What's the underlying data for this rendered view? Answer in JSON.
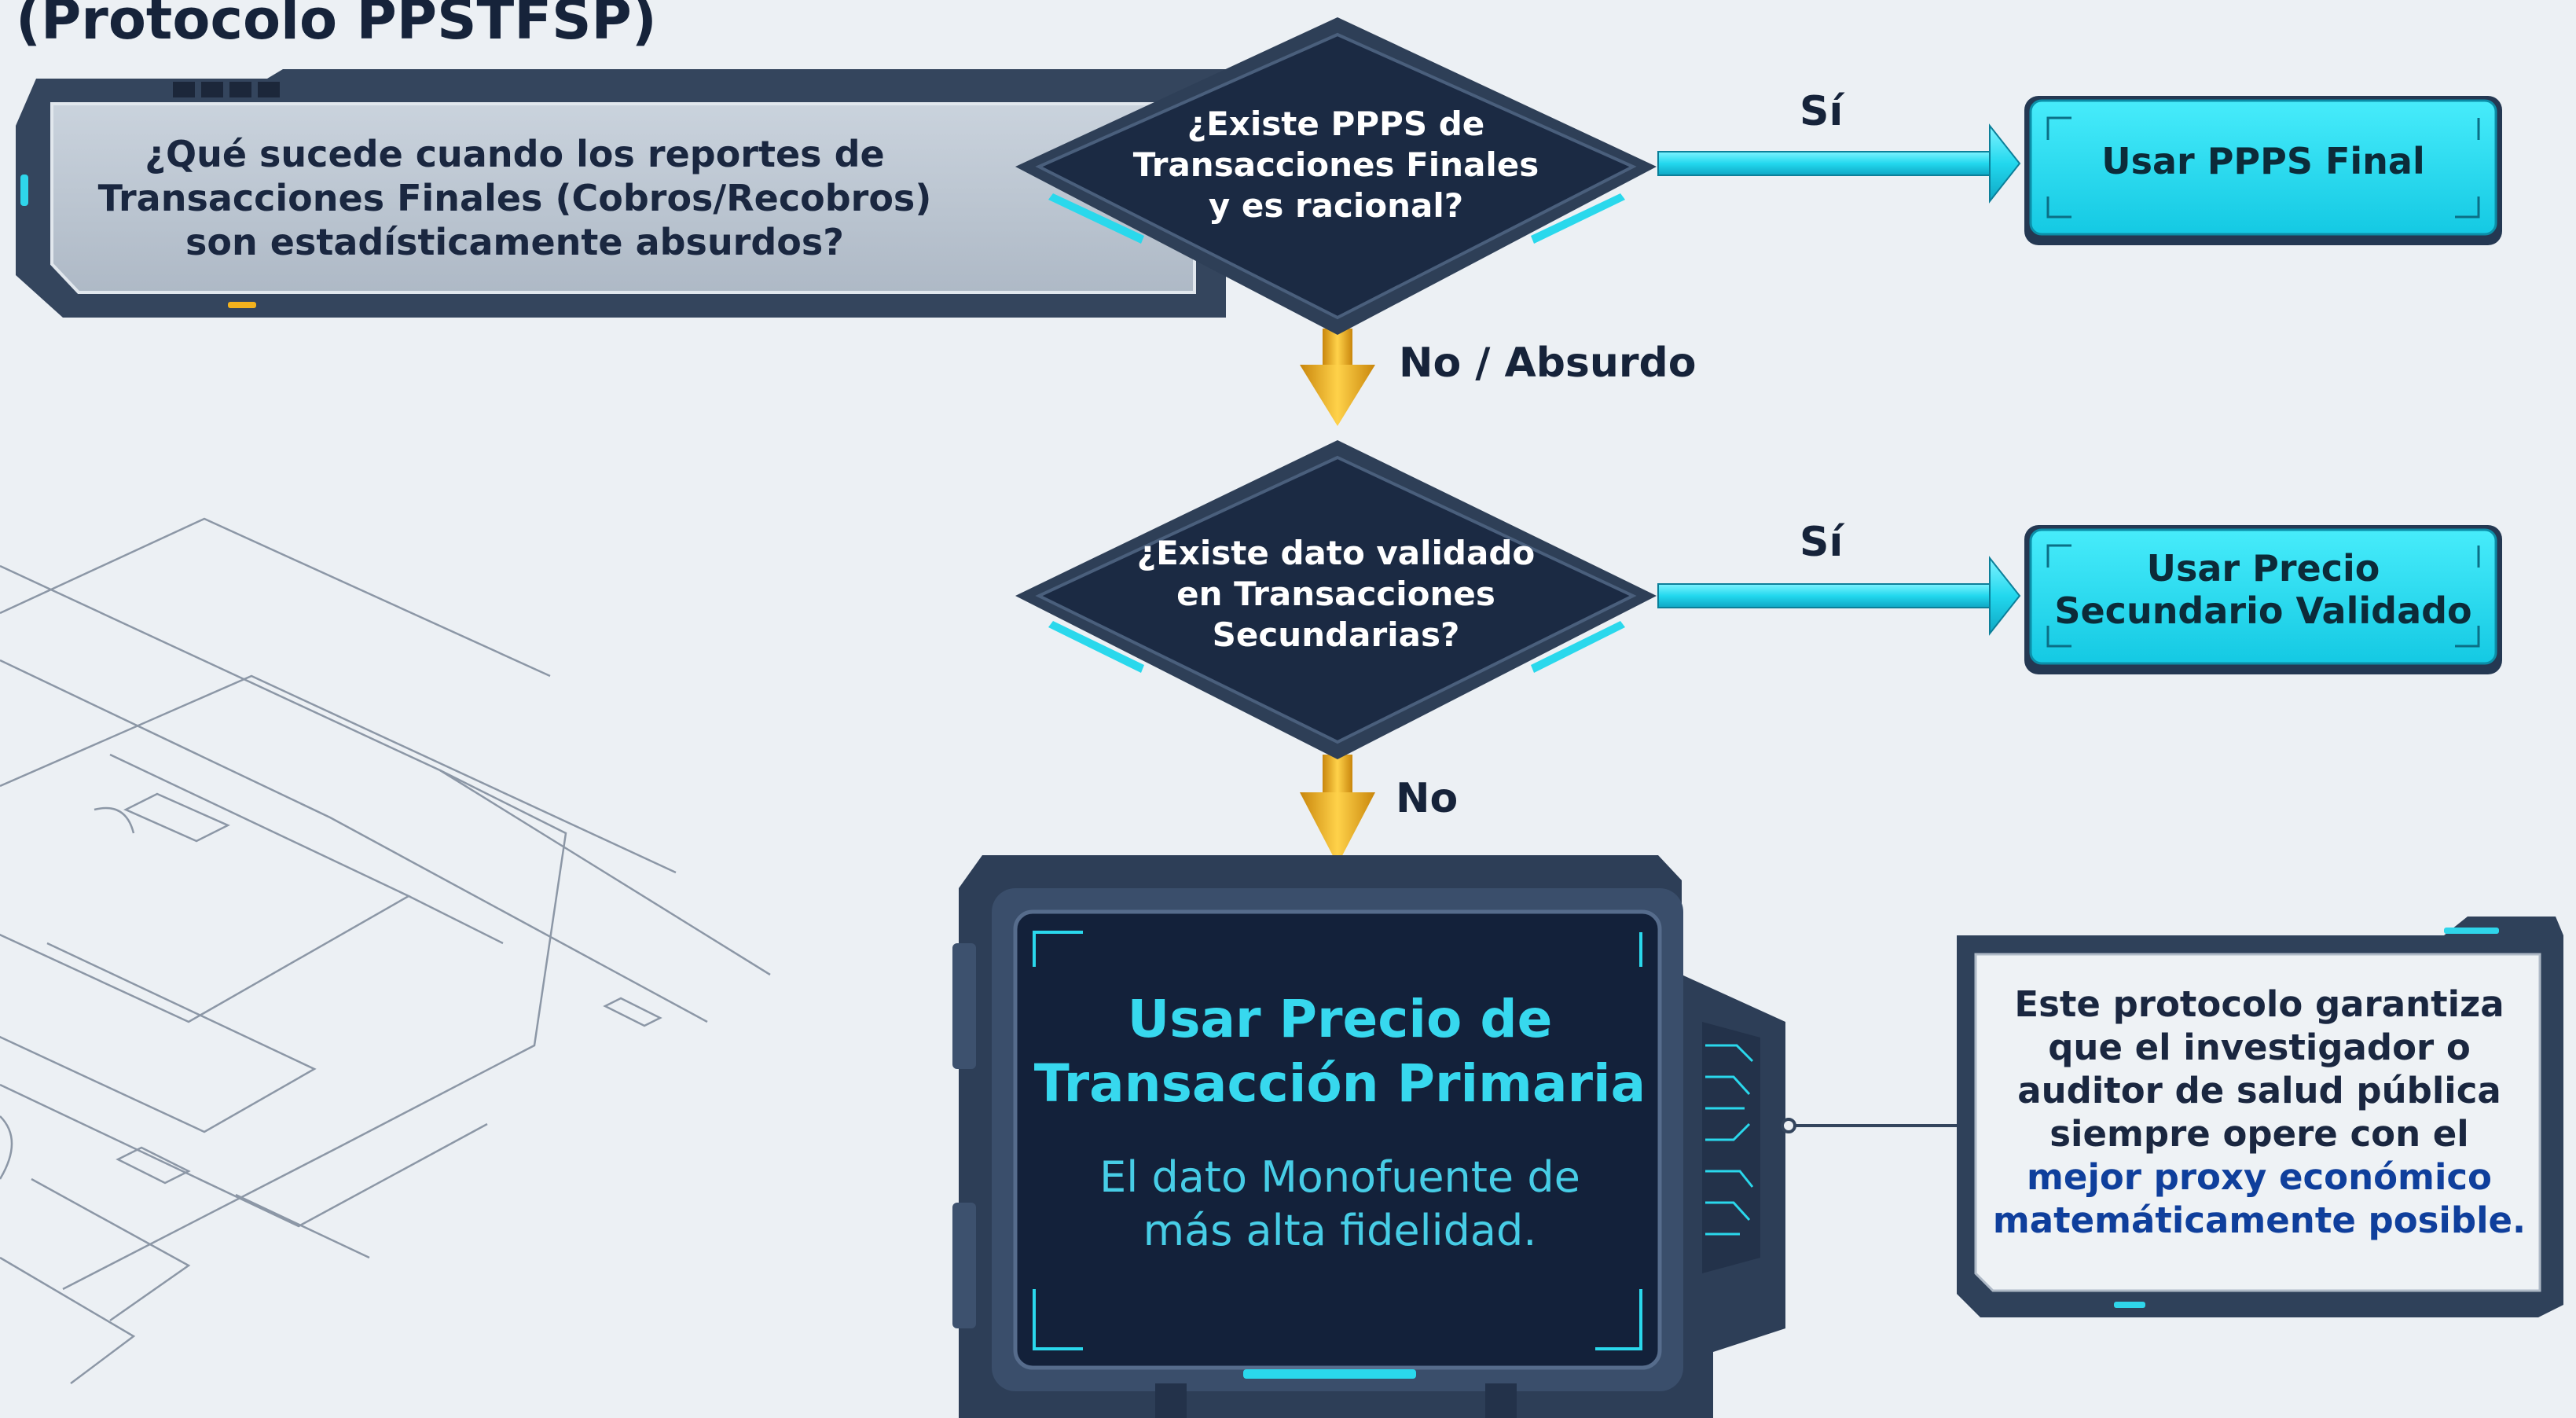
{
  "header": {
    "title": "(Protocolo PPSTFSP)"
  },
  "flow": {
    "question": [
      "¿Qué sucede cuando los reportes de",
      "Transacciones Finales (Cobros/Recobros)",
      "son estadísticamente absurdos?"
    ],
    "decision_1": [
      "¿Existe PPPS de",
      "Transacciones Finales",
      "y es racional?"
    ],
    "decision_2": [
      "¿Existe dato validado",
      "en Transacciones",
      "Secundarias?"
    ],
    "yes_label_1": "Sí",
    "yes_label_2": "Sí",
    "no_label_1": "No / Absurdo",
    "no_label_2": "No",
    "result_1": "Usar PPPS Final",
    "result_2": [
      "Usar Precio",
      "Secundario Validado"
    ],
    "primary": {
      "title": [
        "Usar Precio de",
        "Transacción Primaria"
      ],
      "subtitle": [
        "El dato Monofuente de",
        "más alta fidelidad."
      ]
    },
    "note": {
      "lines": [
        "Este protocolo garantiza",
        "que el investigador o",
        "auditor de salud pública",
        "siempre opere con el"
      ],
      "highlight": [
        "mejor proxy económico",
        "matemáticamente posible."
      ]
    }
  },
  "colors": {
    "panel_dark": "#1b2a43",
    "panel_frame": "#324662",
    "cyan": "#21dff2",
    "gold": "#f3b21d",
    "background": "#ecf0f4"
  }
}
